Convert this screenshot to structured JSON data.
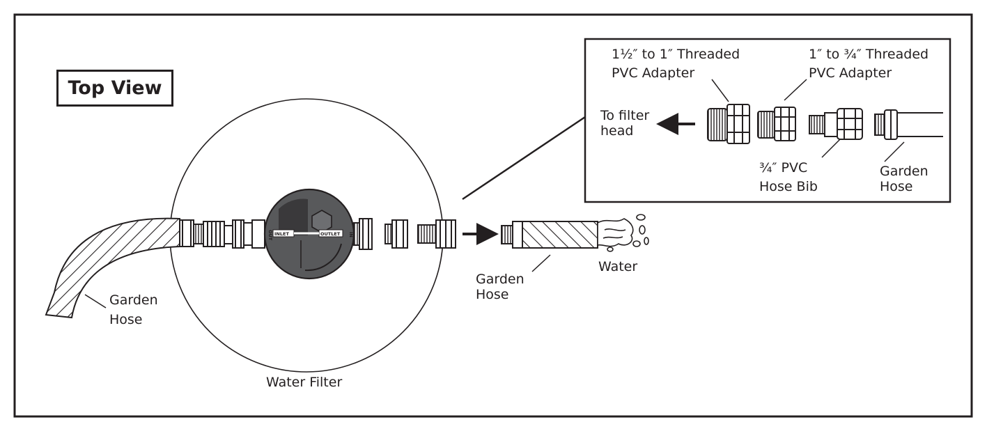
{
  "title": "Top View",
  "labels": {
    "water_filter": "Water Filter",
    "garden_hose_left_1": "Garden",
    "garden_hose_left_2": "Hose",
    "garden_hose_mid_1": "Garden",
    "garden_hose_mid_2": "Hose",
    "water": "Water",
    "inlet": "INLET",
    "outlet": "OUTLET",
    "side_in": "IN",
    "side_out": "OUT"
  },
  "inset": {
    "adapter_large_1": "1½″ to 1″ Threaded",
    "adapter_large_2": "PVC Adapter",
    "adapter_small_1": "1″ to ¾″ Threaded",
    "adapter_small_2": "PVC Adapter",
    "filter_head_1": "To filter",
    "filter_head_2": "head",
    "hose_bib_1": "¾″ PVC",
    "hose_bib_2": "Hose Bib",
    "garden_hose_1": "Garden",
    "garden_hose_2": "Hose"
  }
}
